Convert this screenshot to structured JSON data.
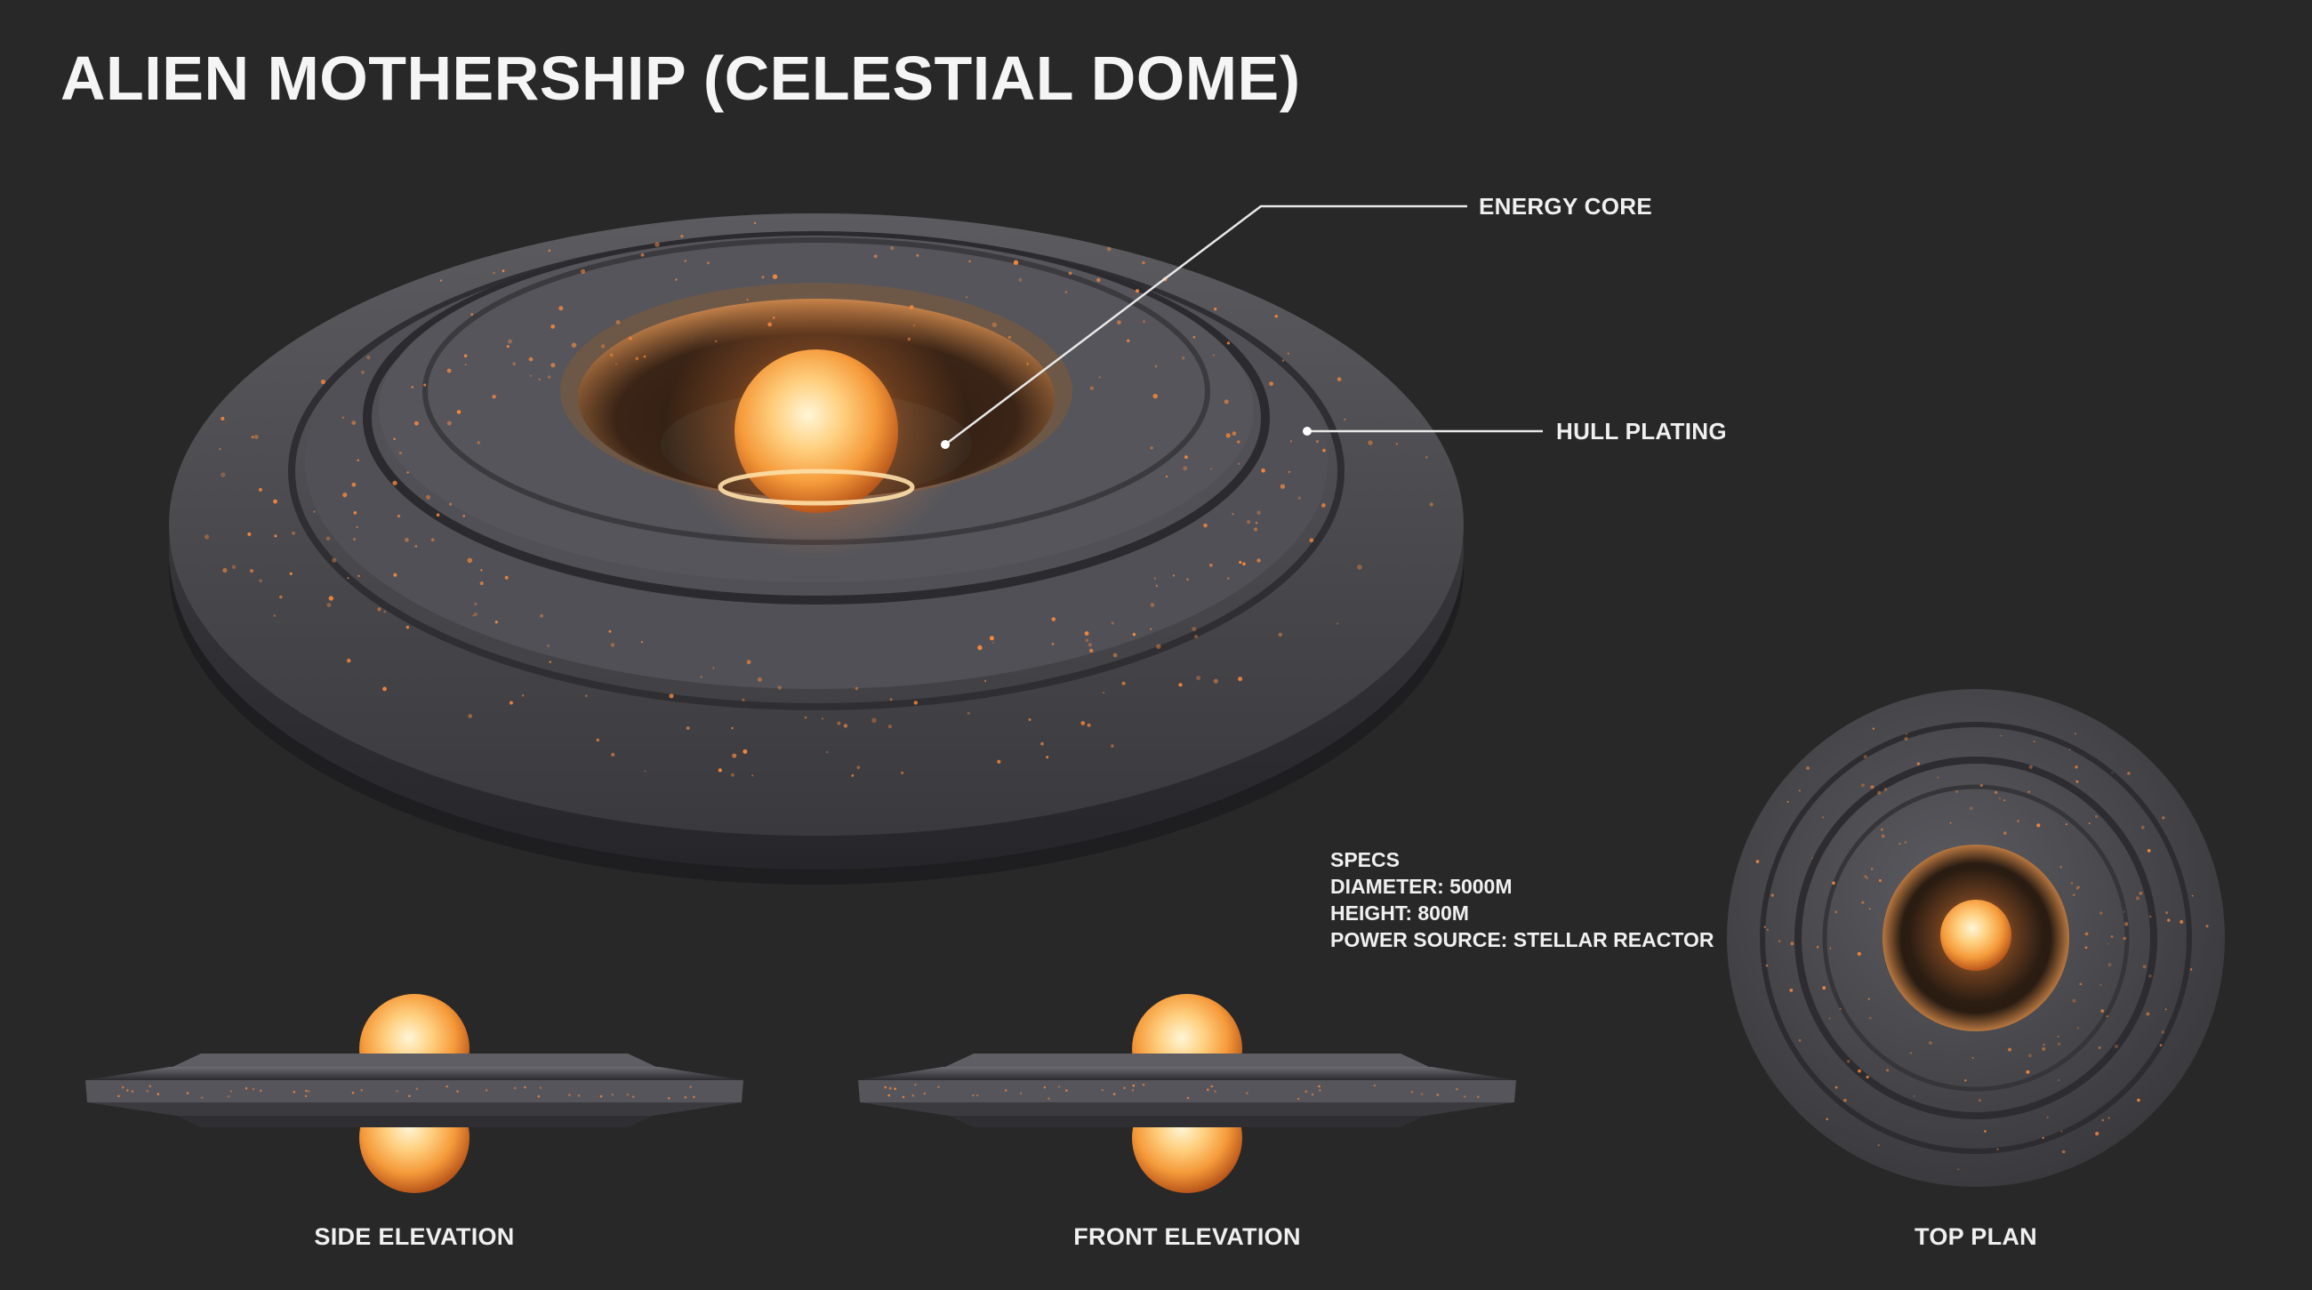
{
  "title": "ALIEN MOTHERSHIP (CELESTIAL DOME)",
  "callouts": {
    "energy_core": "ENERGY CORE",
    "hull_plating": "HULL PLATING"
  },
  "specs": {
    "heading": "SPECS",
    "lines": [
      "DIAMETER: 5000M",
      "HEIGHT: 800M",
      "POWER SOURCE: STELLAR REACTOR"
    ]
  },
  "views": {
    "side": "SIDE ELEVATION",
    "front": "FRONT ELEVATION",
    "top": "TOP PLAN"
  },
  "colors": {
    "background": "#282828",
    "hull": "#3d3d41",
    "core_glow": "#ffb25a",
    "window_lights": "#ff8a3c",
    "text": "#f2f2f2"
  }
}
